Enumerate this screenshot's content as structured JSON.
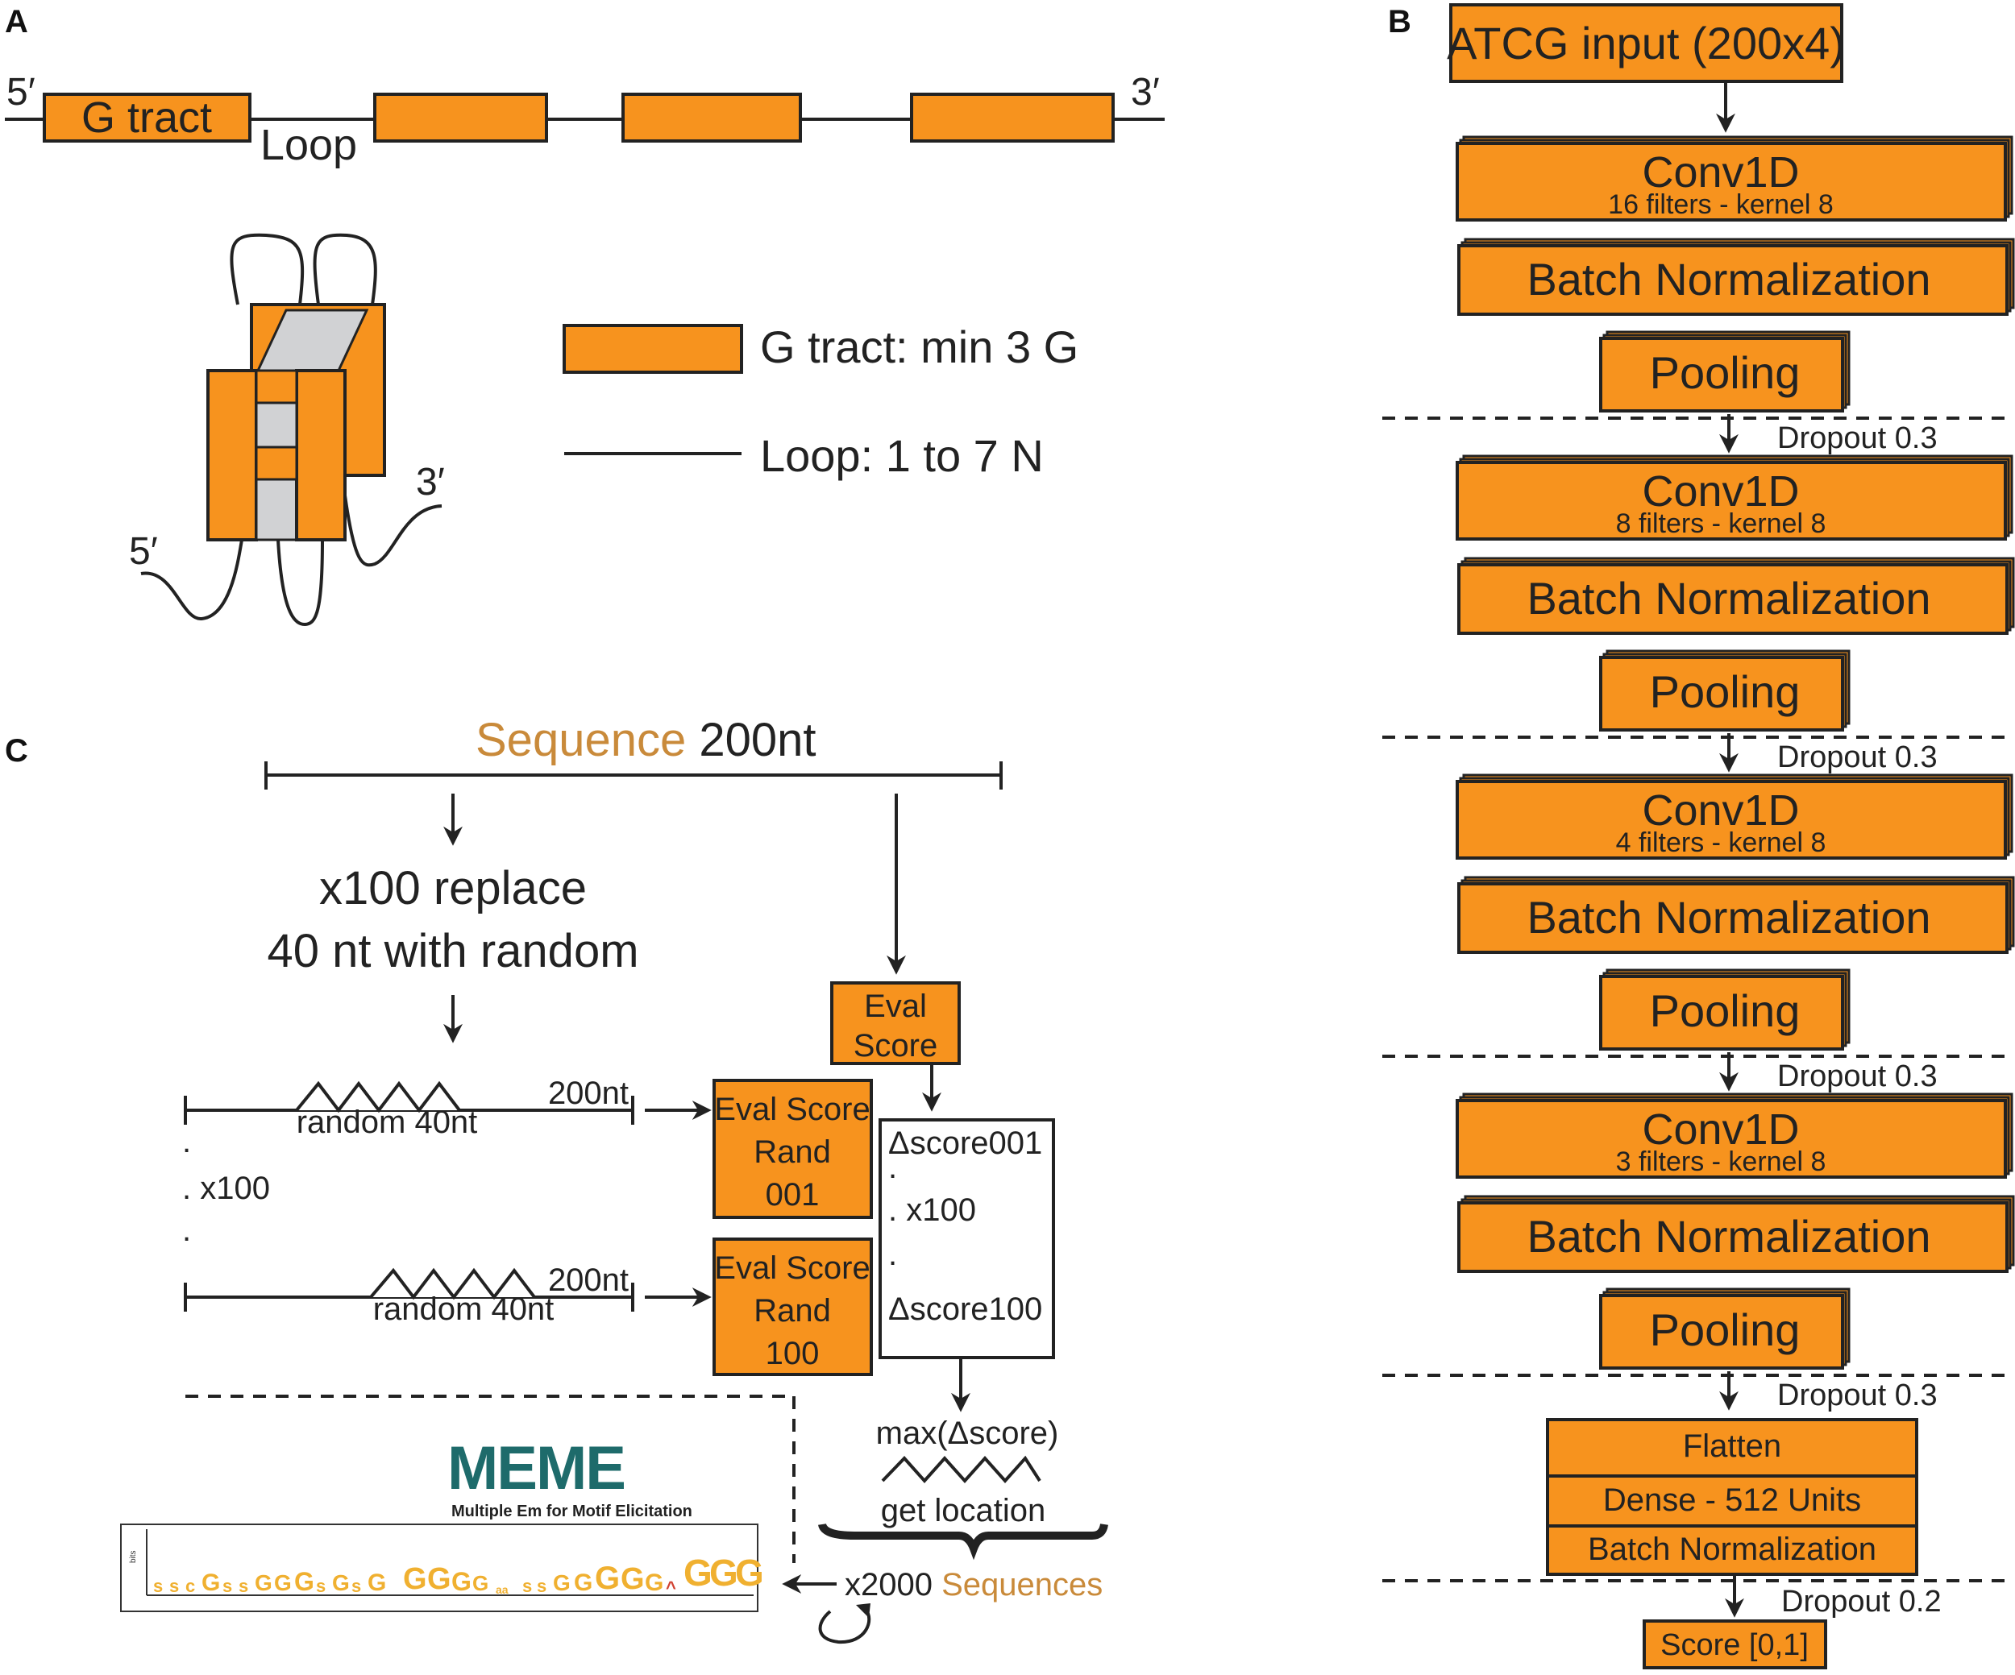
{
  "colors": {
    "orange": "#f7931e",
    "stroke": "#222222",
    "grey": "#d1d2d4",
    "seq_word": "#c98a3a",
    "meme_teal": "#1e6b6b"
  },
  "panel_a": {
    "label": "A",
    "five_prime": "5′",
    "three_prime": "3′",
    "g_tract": "G tract",
    "loop": "Loop",
    "legend_g": "G tract: min 3 G",
    "legend_loop": "Loop: 1 to 7 N",
    "quad_five": "5′",
    "quad_three": "3′"
  },
  "panel_b": {
    "label": "B",
    "input": "ATCG input (200x4)",
    "blocks": [
      {
        "conv": "Conv1D",
        "filters": "16 filters - kernel 8",
        "bn": "Batch Normalization",
        "pool": "Pooling",
        "dropout": "Dropout 0.3"
      },
      {
        "conv": "Conv1D",
        "filters": "8 filters - kernel 8",
        "bn": "Batch Normalization",
        "pool": "Pooling",
        "dropout": "Dropout 0.3"
      },
      {
        "conv": "Conv1D",
        "filters": "4 filters - kernel 8",
        "bn": "Batch Normalization",
        "pool": "Pooling",
        "dropout": "Dropout 0.3"
      },
      {
        "conv": "Conv1D",
        "filters": "3 filters - kernel 8",
        "bn": "Batch Normalization",
        "pool": "Pooling",
        "dropout": "Dropout 0.3"
      }
    ],
    "flatten": "Flatten",
    "dense": "Dense - 512 Units",
    "bn_final": "Batch Normalization",
    "dropout_final": "Dropout 0.2",
    "score": "Score [0,1]"
  },
  "panel_c": {
    "label": "C",
    "seq_word": "Sequence",
    "seq_len": " 200nt",
    "replace_1": "x100 replace",
    "replace_2": "40 nt with random",
    "nt200_a": "200nt",
    "nt200_b": "200nt",
    "random_a": "random 40nt",
    "random_b": "random 40nt",
    "dots_x100": ". x100",
    "eval_score_1": "Eval",
    "eval_score_2": "Score",
    "rand1_1": "Eval Score",
    "rand1_2": "Rand",
    "rand1_3": "001",
    "rand2_1": "Eval Score",
    "rand2_2": "Rand",
    "rand2_3": "100",
    "delta_first": "Δscore001",
    "delta_mid": ". x100",
    "delta_last": "Δscore100",
    "max_delta": "max(Δscore)",
    "get_location": "get location",
    "x2000": "x2000",
    "sequences": " Sequences",
    "meme_logo": "MEME",
    "meme_sub": "Multiple Em for Motif Elicitation",
    "logo_bits": "bits"
  }
}
